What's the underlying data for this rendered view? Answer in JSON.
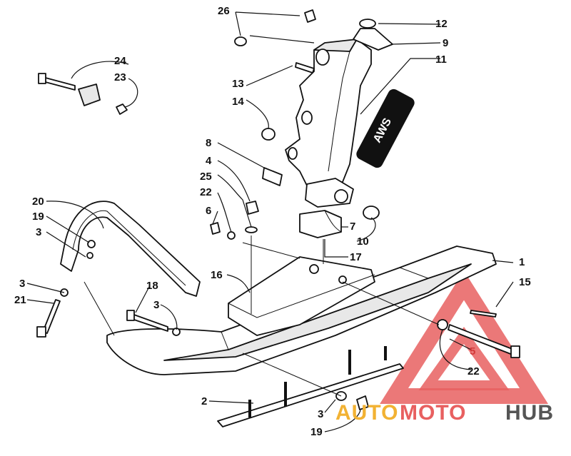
{
  "diagram": {
    "labels": {
      "l1": "1",
      "l2": "2",
      "l3a": "3",
      "l3b": "3",
      "l3c": "3",
      "l3d": "3",
      "l4": "4",
      "l5": "5",
      "l6": "6",
      "l7": "7",
      "l8": "8",
      "l9": "9",
      "l10": "10",
      "l11": "11",
      "l12": "12",
      "l13": "13",
      "l14": "14",
      "l15": "15",
      "l16": "16",
      "l17": "17",
      "l18": "18",
      "l19a": "19",
      "l19b": "19",
      "l20": "20",
      "l21": "21",
      "l22a": "22",
      "l22b": "22",
      "l23": "23",
      "l24": "24",
      "l25": "25",
      "l26": "26"
    },
    "decal_text": "AWS"
  },
  "watermark": {
    "auto": "AUTO",
    "moto": "MOTO",
    "hub": "HUB",
    "colors": {
      "auto": "#f2b233",
      "moto": "#e86060",
      "hub": "#555555",
      "triangle": "#e86060"
    }
  }
}
